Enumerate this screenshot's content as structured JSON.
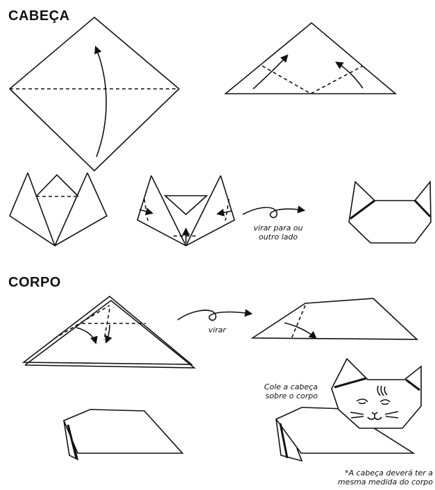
{
  "sections": {
    "head_title": "CABEÇA",
    "body_title": "CORPO"
  },
  "annotations": {
    "flip_head_line1": "virar para ou",
    "flip_head_line2": "outro lado",
    "flip_body": "virar",
    "glue_line1": "Cole a cabeça",
    "glue_line2": "sobre o corpo",
    "footnote_line1": "*A cabeça deverá ter a",
    "footnote_line2": "mesma medida do corpo"
  }
}
